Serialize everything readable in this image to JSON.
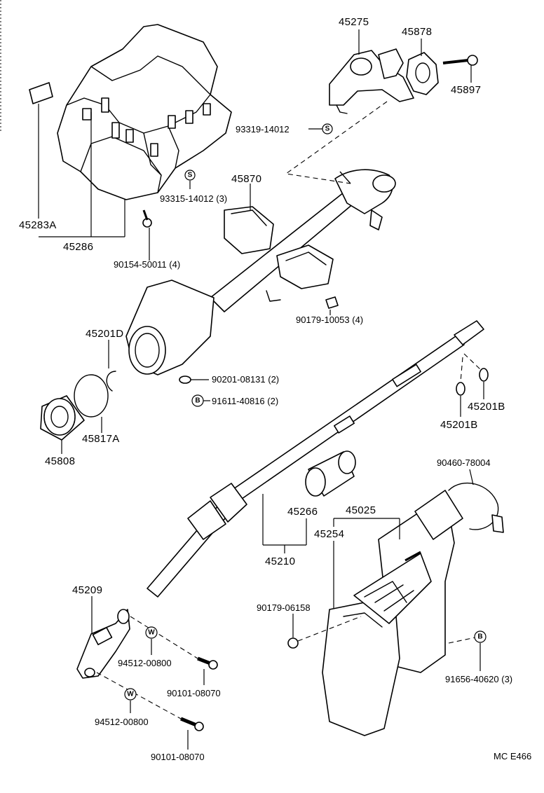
{
  "parts": {
    "p45275": "45275",
    "p45878": "45878",
    "p45897": "45897",
    "p93319": "93319-14012",
    "p93315": "93315-14012 (3)",
    "p45870": "45870",
    "p45283A": "45283A",
    "p45286": "45286",
    "p90154": "90154-50011 (4)",
    "p90179a": "90179-10053 (4)",
    "p45201D": "45201D",
    "p90201": "90201-08131 (2)",
    "p91611": "91611-40816 (2)",
    "p45201B_r": "45201B",
    "p45201B_l": "45201B",
    "p45817A": "45817A",
    "p45808": "45808",
    "p90460": "90460-78004",
    "p45025": "45025",
    "p45266": "45266",
    "p45254": "45254",
    "p45210": "45210",
    "p45209": "45209",
    "p90179b": "90179-06158",
    "p94512a": "94512-00800",
    "p90101a": "90101-08070",
    "p94512b": "94512-00800",
    "p90101b": "90101-08070",
    "p91656": "91656-40620 (3)",
    "code": "MC E466"
  },
  "symbols": {
    "s": "S",
    "b": "B",
    "w": "W"
  }
}
